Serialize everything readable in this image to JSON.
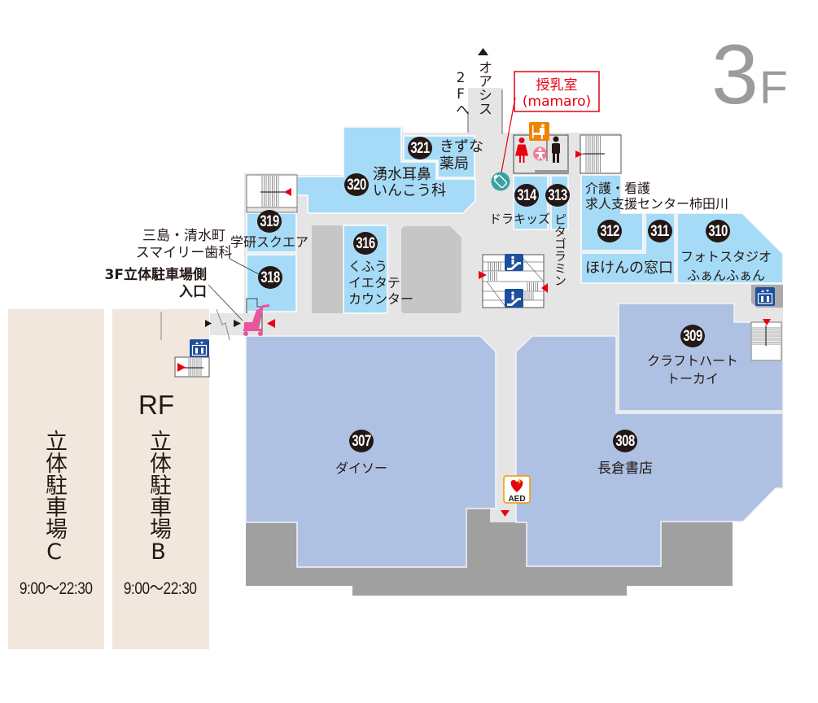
{
  "floor_label": {
    "number": "3",
    "suffix": "F"
  },
  "navigation": {
    "oasis": {
      "arrow": "▲",
      "label": "オアシス"
    },
    "to_2f": "2Fへ"
  },
  "nursing_room": {
    "title": "授乳室",
    "subtitle": "(mamaro)"
  },
  "entrance": {
    "line1": "3F立体駐車場側",
    "line2": "入口"
  },
  "aed": {
    "label": "AED"
  },
  "shops": [
    {
      "number": "321",
      "name": [
        "きずな",
        "薬局"
      ]
    },
    {
      "number": "320",
      "name": [
        "湧水耳鼻",
        "いんこう科"
      ]
    },
    {
      "number": "319",
      "name": [
        "学研スクエア"
      ]
    },
    {
      "number": "318",
      "name": [
        "三島・清水町",
        "スマイリー歯科"
      ]
    },
    {
      "number": "316",
      "name": [
        "くふう",
        "イエタテ",
        "カウンター"
      ]
    },
    {
      "number": "314",
      "name": [
        "ドラキッズ"
      ]
    },
    {
      "number": "313",
      "name": [
        "ピタゴラミン"
      ]
    },
    {
      "number": "312",
      "name": [
        "介護・看護",
        "求人支援センター柿田川"
      ]
    },
    {
      "number": "311",
      "name": [
        "ほけんの窓口"
      ]
    },
    {
      "number": "310",
      "name": [
        "フォトスタジオ",
        "ふぁんふぁん"
      ]
    },
    {
      "number": "309",
      "name": [
        "クラフトハート",
        "トーカイ"
      ]
    },
    {
      "number": "307",
      "name": [
        "ダイソー"
      ]
    },
    {
      "number": "308",
      "name": [
        "長倉書店"
      ]
    }
  ],
  "parking": [
    {
      "name": "立体駐車場C",
      "hours": "9:00〜22:30"
    },
    {
      "level": "RF",
      "name": "立体駐車場B",
      "hours": "9:00〜22:30"
    }
  ],
  "icons": {
    "womens_restroom": "womens-restroom-icon",
    "mens_restroom": "mens-restroom-icon",
    "baby_restroom": "baby-restroom-icon",
    "baby_changing": "baby-changing-icon",
    "nursing_pod": "mamaro-icon",
    "escalator": "escalator-icon",
    "elevator": "elevator-icon",
    "stairs": "stairs-icon",
    "aed": "aed-icon",
    "stroller": "stroller-icon",
    "direction_arrow": "triangle-arrow-icon"
  },
  "colors": {
    "shop_light_blue": "#a6dbf7",
    "anchor_blue": "#afc1e3",
    "corridor": "#e5e5e5",
    "wall_gray": "#a0a0a0",
    "block_gray": "#c6c6c6",
    "parking_beige": "#f2e7dc",
    "direction_red": "#e60012",
    "stroller_pink": "#e8559a",
    "facility_blue": "#1d4f9c",
    "floor_label_gray": "#9b9b9b"
  }
}
